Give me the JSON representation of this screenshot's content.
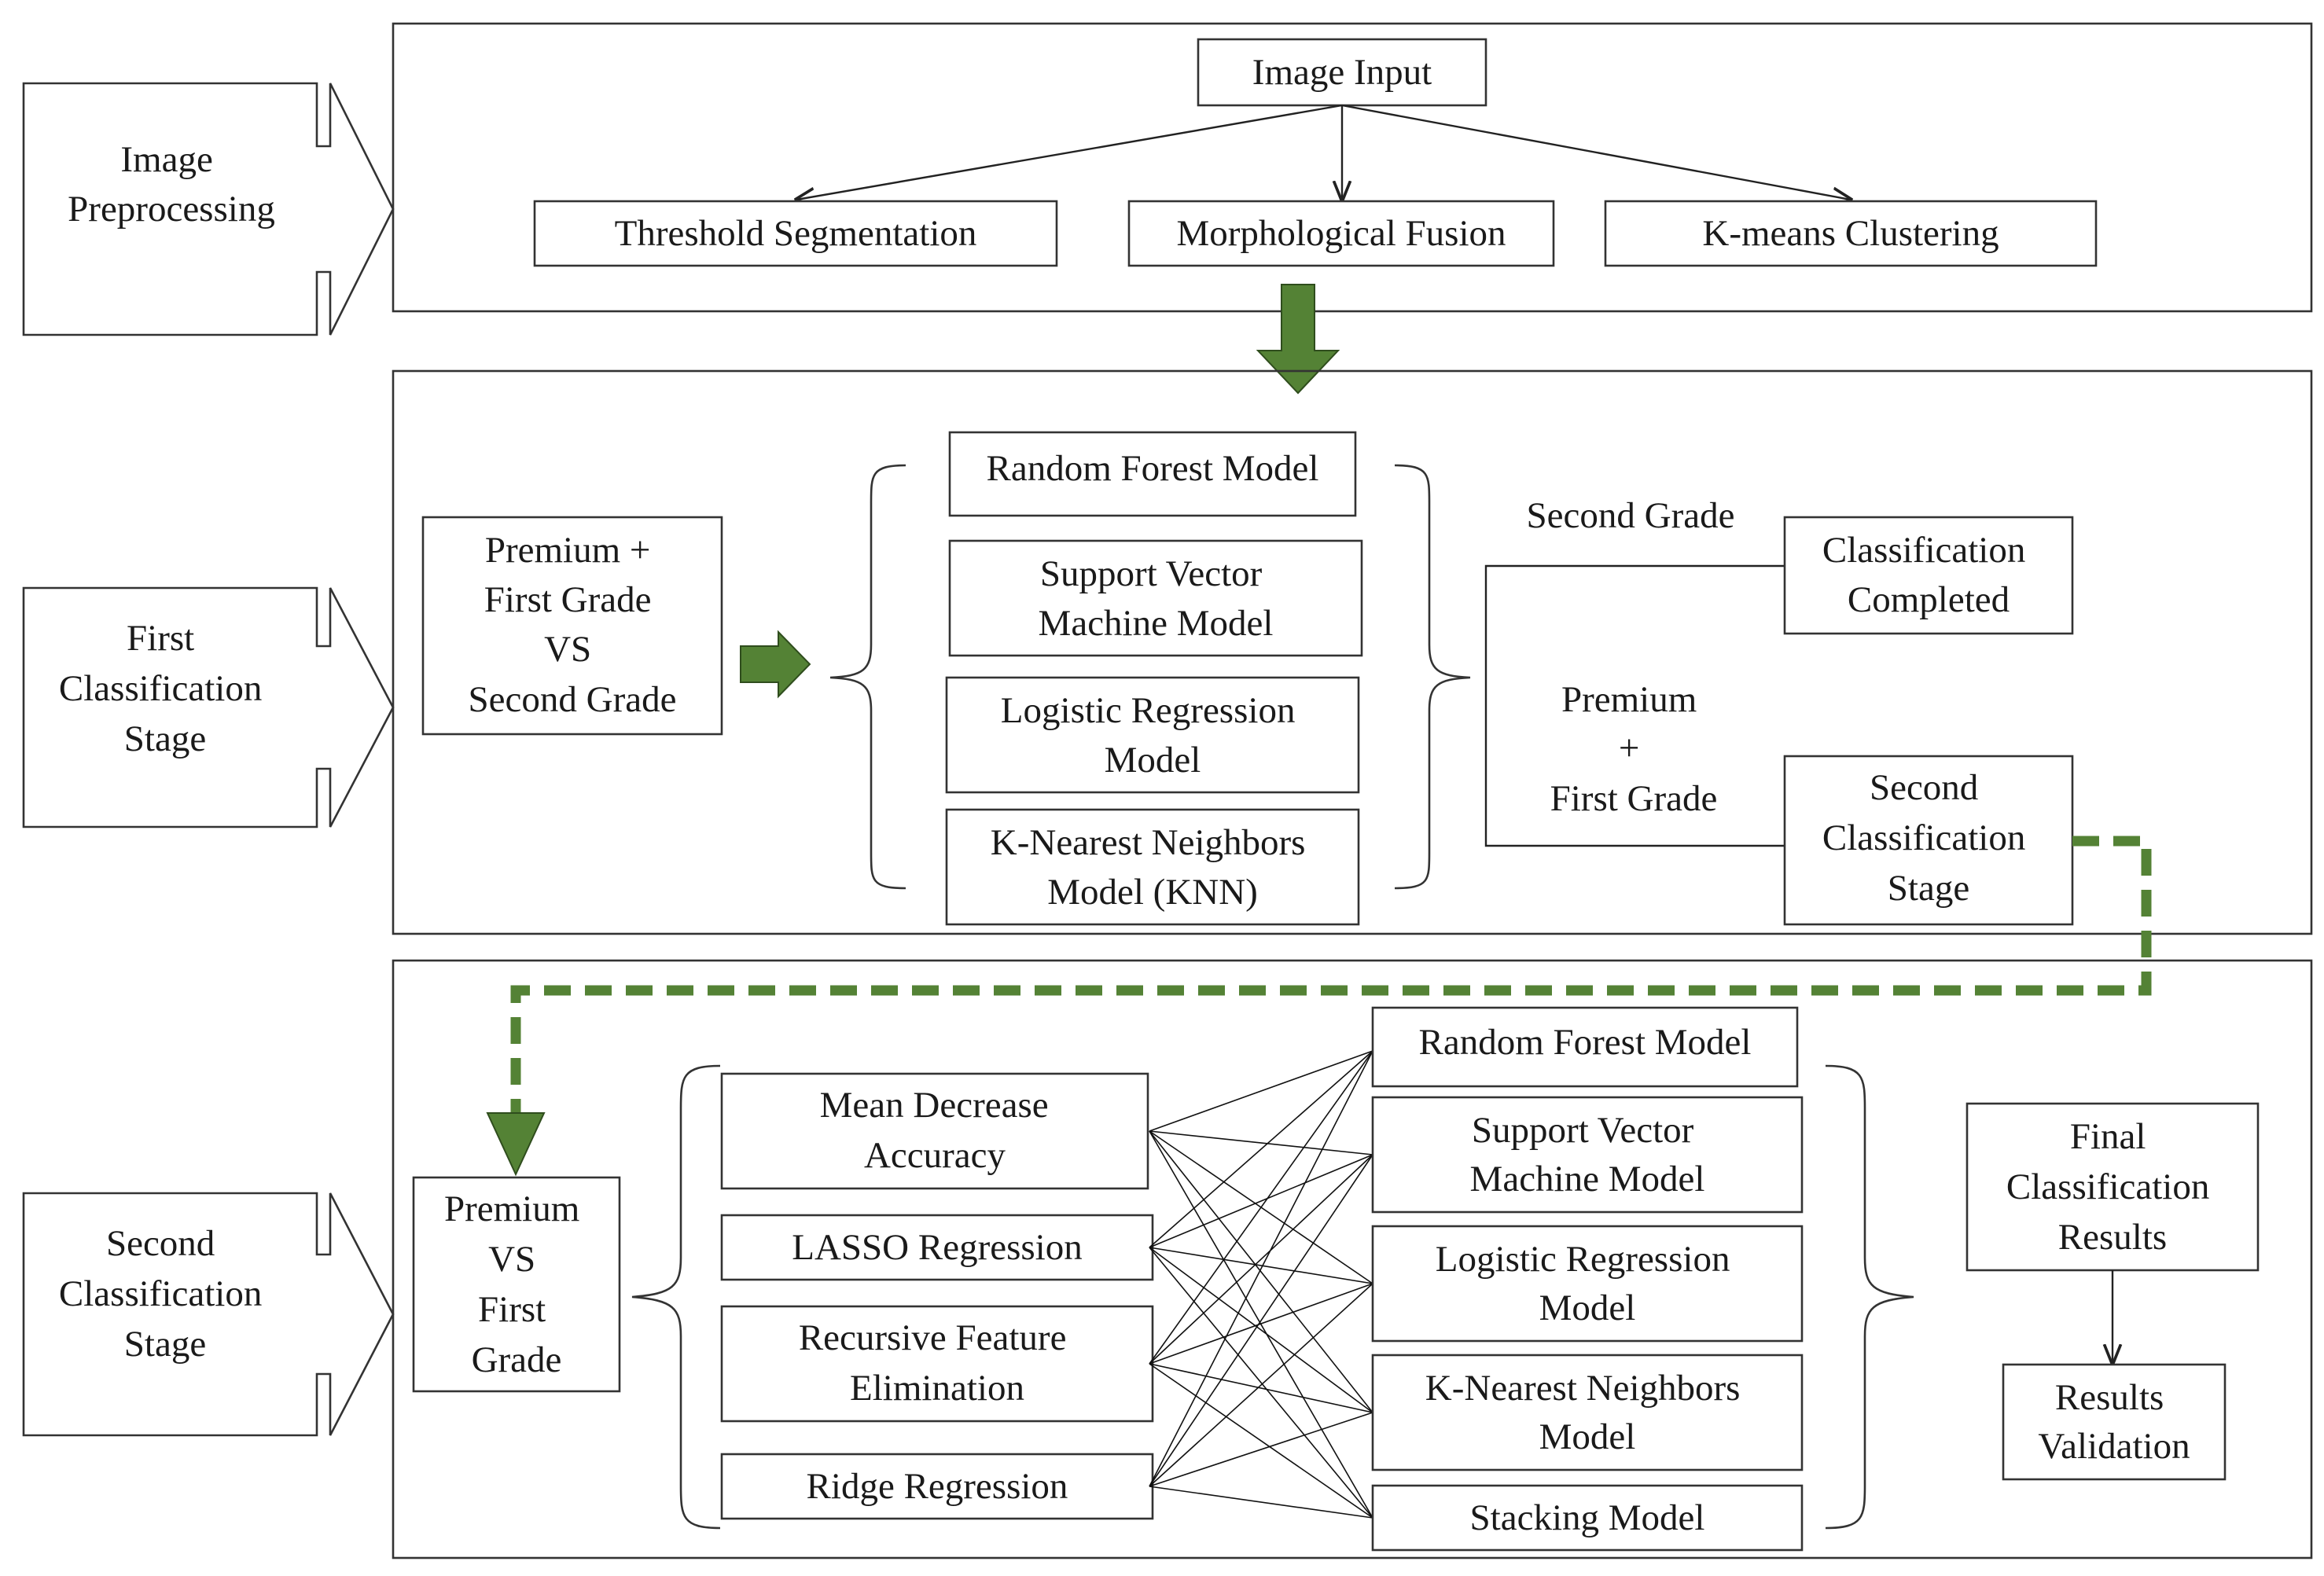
{
  "stages": {
    "image_preprocessing": [
      "Image",
      "Preprocessing"
    ],
    "first_classification": [
      "First",
      "Classification",
      "Stage"
    ],
    "second_classification": [
      "Second",
      "Classification",
      "Stage"
    ]
  },
  "preprocessing": {
    "input": "Image Input",
    "methods": [
      "Threshold Segmentation",
      "Morphological Fusion",
      "K-means Clustering"
    ]
  },
  "first_stage": {
    "comparison": [
      "Premium +",
      "First Grade",
      "VS",
      "Second Grade"
    ],
    "models": [
      [
        "Random Forest Model"
      ],
      [
        "Support Vector",
        "Machine Model"
      ],
      [
        "Logistic Regression",
        "Model"
      ],
      [
        "K-Nearest Neighbors",
        "Model (KNN)"
      ]
    ],
    "branch_second_grade": "Second Grade",
    "branch_premium": [
      "Premium",
      "+",
      "First Grade"
    ],
    "classification_completed": [
      "Classification",
      "Completed"
    ],
    "second_stage_box": [
      "Second",
      "Classification",
      "Stage"
    ]
  },
  "second_stage": {
    "comparison": [
      "Premium",
      "VS",
      "First",
      "Grade"
    ],
    "feature_selection": [
      [
        "Mean Decrease",
        "Accuracy"
      ],
      [
        "LASSO Regression"
      ],
      [
        "Recursive Feature",
        "Elimination"
      ],
      [
        "Ridge Regression"
      ]
    ],
    "models": [
      [
        "Random Forest Model"
      ],
      [
        "Support Vector",
        "Machine Model"
      ],
      [
        "Logistic Regression",
        "Model"
      ],
      [
        "K-Nearest Neighbors",
        "Model"
      ],
      [
        "Stacking Model"
      ]
    ],
    "final_results": [
      "Final",
      "Classification",
      "Results"
    ],
    "validation": [
      "Results",
      "Validation"
    ]
  },
  "colors": {
    "accent_green": "#548235",
    "stroke": "#333333"
  }
}
